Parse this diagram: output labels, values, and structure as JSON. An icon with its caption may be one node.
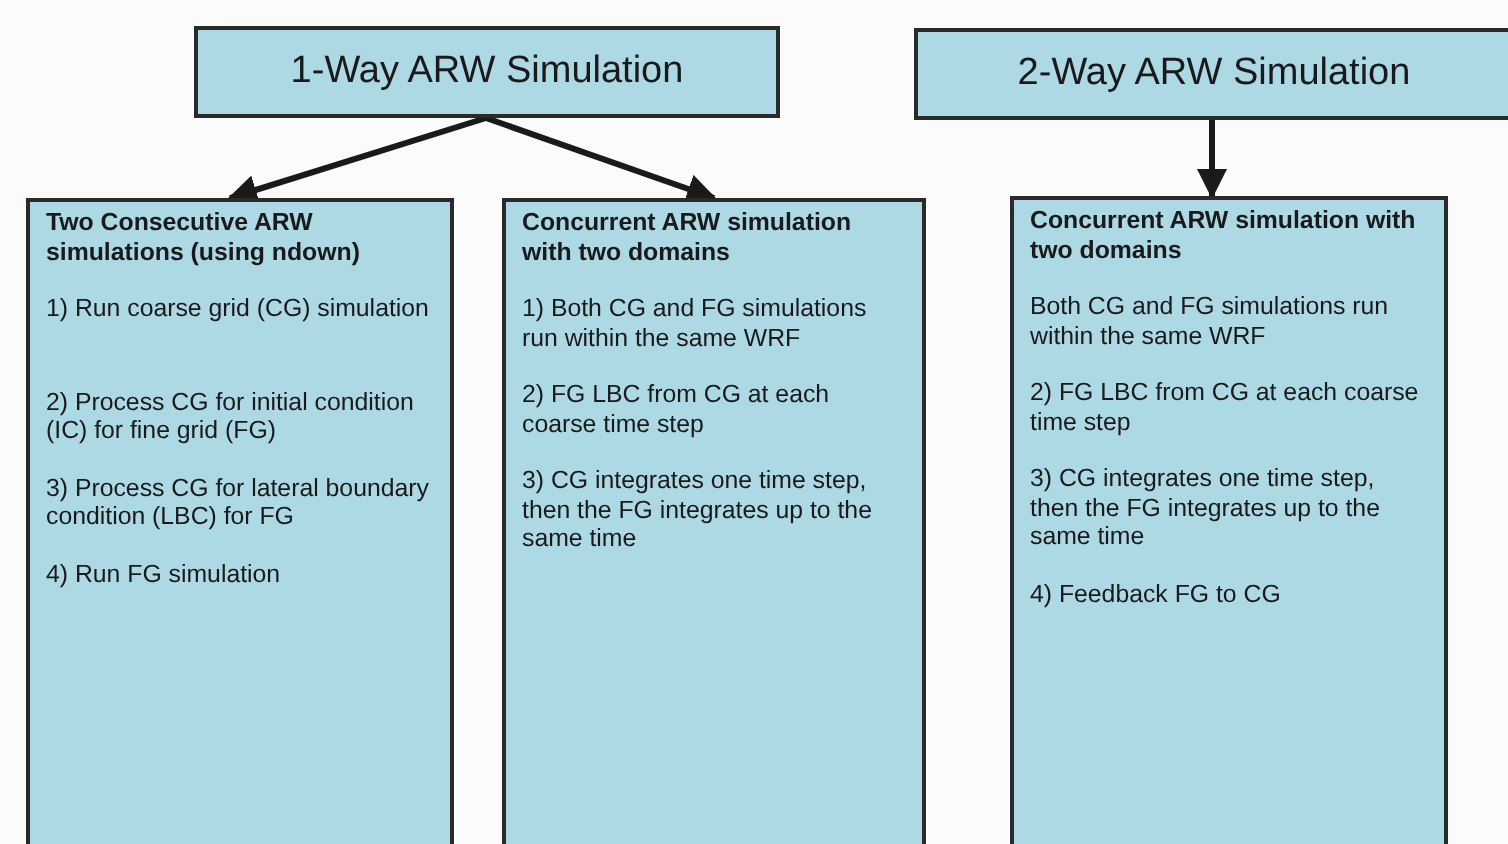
{
  "diagram": {
    "nodes": [
      {
        "text": [
          "1-Way ARW Simulation"
        ]
      },
      {
        "text": [
          "2-Way ARW Simulation"
        ]
      },
      {
        "text": [
          "Two Consecutive ARW simulations (using ndown)",
          "1) Run coarse grid (CG) simulation",
          "2) Process CG for initial condition (IC) for fine grid (FG)",
          "3) Process CG for lateral boundary condition (LBC) for FG",
          "4) Run FG simulation"
        ]
      },
      {
        "text": [
          "Concurrent ARW simulation with two domains",
          "1) Both CG and FG simulations run within the same WRF",
          "2) FG LBC from CG at each coarse time step",
          "3) CG integrates one time step, then the FG integrates up to the same time"
        ]
      },
      {
        "text": [
          "Concurrent ARW simulation with two domains",
          "Both CG and FG simulations run within the same WRF",
          "2) FG LBC from CG at each coarse time step",
          "3) CG integrates one time step, then the FG integrates up to the same time",
          "4) Feedback FG to CG"
        ]
      }
    ],
    "edges": [
      {
        "from": 0,
        "to": 2,
        "arrow": "to"
      },
      {
        "from": 0,
        "to": 3,
        "arrow": "to"
      },
      {
        "from": 1,
        "to": 4,
        "arrow": "to"
      }
    ]
  }
}
